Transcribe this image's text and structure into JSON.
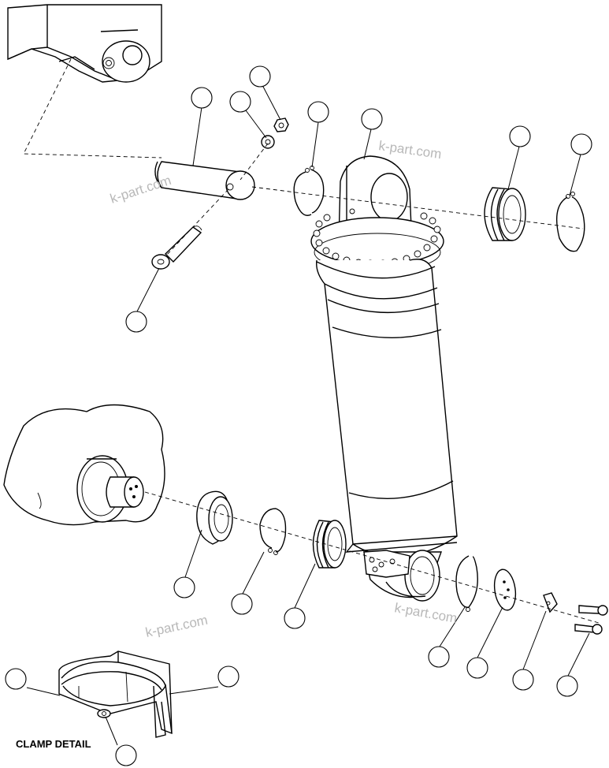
{
  "caption": "CLAMP DETAIL",
  "watermark": "k-part.com",
  "callouts": [
    {
      "id": "pin"
    },
    {
      "id": "washer"
    },
    {
      "id": "nut"
    },
    {
      "id": "snap-ring-upper"
    },
    {
      "id": "cylinder"
    },
    {
      "id": "bearing-upper"
    },
    {
      "id": "snap-ring-upper-right"
    },
    {
      "id": "bolt-upper"
    },
    {
      "id": "seal-cap"
    },
    {
      "id": "snap-ring-lower"
    },
    {
      "id": "bearing-lower"
    },
    {
      "id": "snap-ring-lower-right"
    },
    {
      "id": "end-plate"
    },
    {
      "id": "lock-tab"
    },
    {
      "id": "cap-screw"
    },
    {
      "id": "clamp-left"
    },
    {
      "id": "clamp-right"
    },
    {
      "id": "clamp-screw"
    }
  ]
}
